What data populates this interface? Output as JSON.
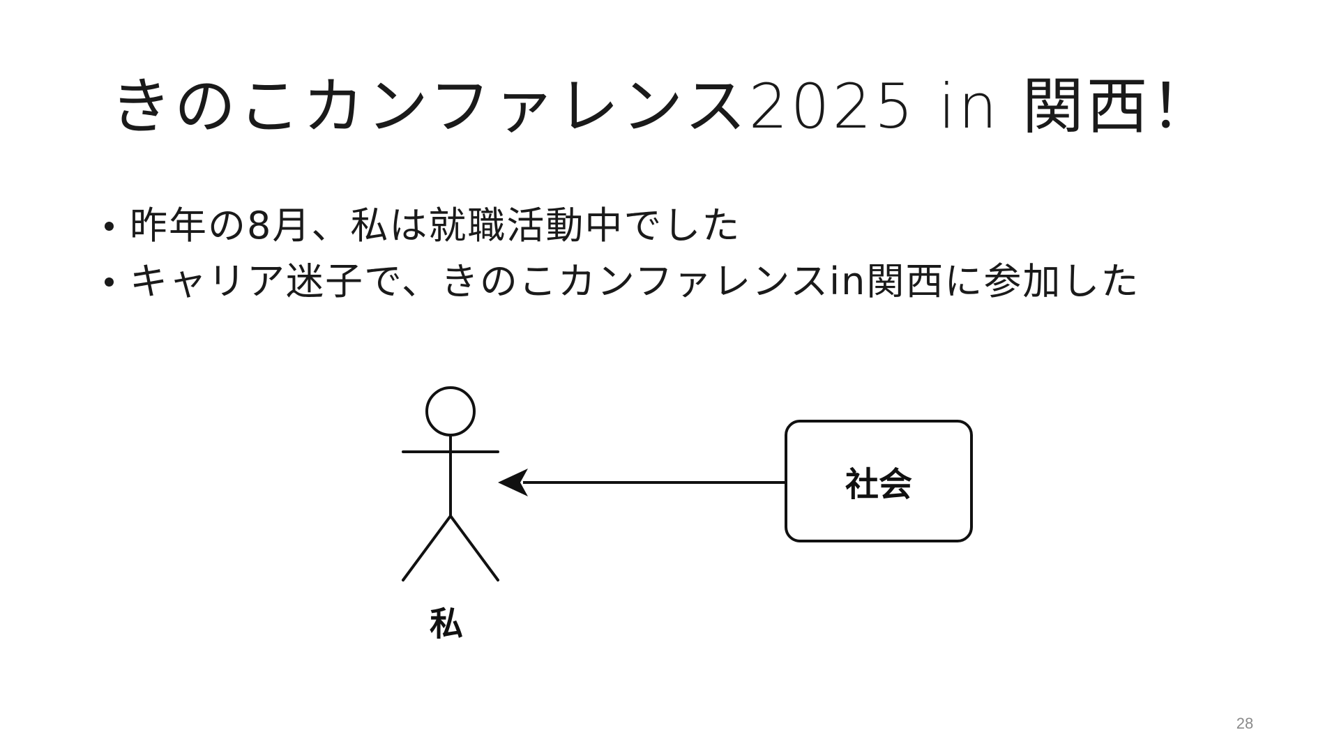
{
  "slide": {
    "title": "きのこカンファレンス2025 in 関西！",
    "bullets": [
      "昨年の8月、私は就職活動中でした",
      "キャリア迷子で、きのこカンファレンスin関西に参加した"
    ],
    "page_number": "28"
  },
  "diagram": {
    "actor_label": "私",
    "box_label": "社会",
    "arrow_direction": "from box to actor"
  }
}
